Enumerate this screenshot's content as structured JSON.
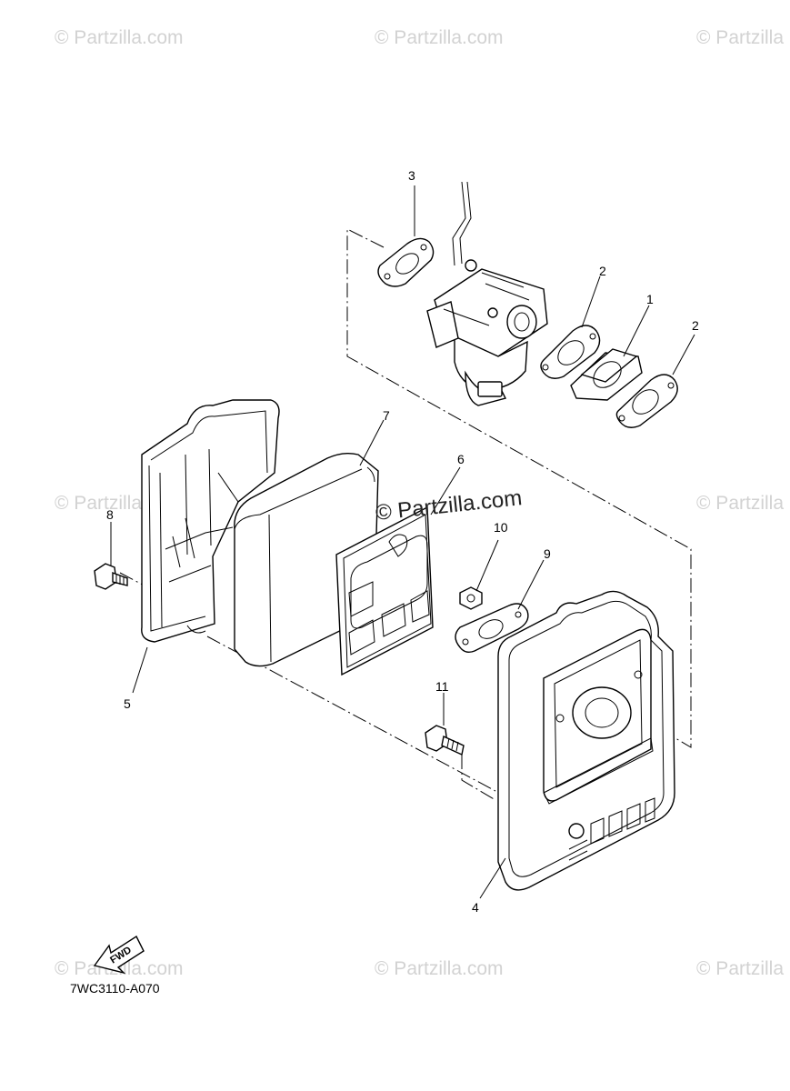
{
  "watermarks": {
    "top_left": "© Partzilla.com",
    "top_mid": "© Partzilla.com",
    "top_right": "© Partzilla",
    "mid_left": "© Partzilla.com",
    "mid_right": "© Partzilla",
    "bot_left": "© Partzilla.com",
    "bot_mid": "© Partzilla.com",
    "bot_right": "© Partzilla",
    "center": "© Partzilla.com"
  },
  "callouts": {
    "c1": "1",
    "c2a": "2",
    "c2b": "2",
    "c3": "3",
    "c4": "4",
    "c5": "5",
    "c6": "6",
    "c7": "7",
    "c8": "8",
    "c9": "9",
    "c10": "10",
    "c11": "11"
  },
  "fwd_label": "FWD",
  "diagram_code": "7WC3110-A070"
}
